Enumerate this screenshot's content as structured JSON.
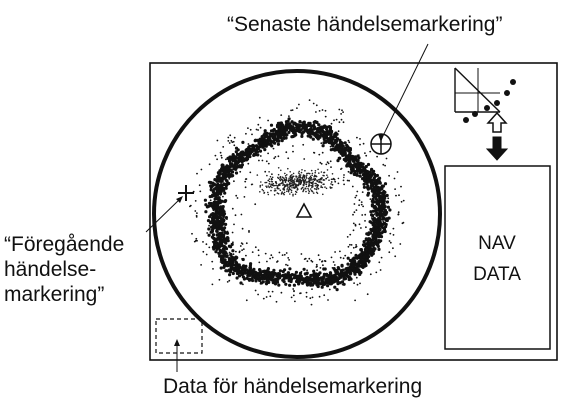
{
  "labels": {
    "latest_event_marker": "“Senaste händelsemarkering”",
    "previous_event_marker": [
      "“Föregående",
      "händelse-",
      "markering”"
    ],
    "event_marker_data": "Data för händelsemarkering",
    "nav_data": [
      "NAV",
      "DATA"
    ]
  },
  "colors": {
    "ink": "#111111",
    "background": "#ffffff"
  },
  "icons": {
    "own_ship": "triangle-outline",
    "latest_marker": "circled-cross",
    "previous_marker": "plus-cross",
    "outline_arrow": "hollow-up-arrow",
    "solid_arrow": "solid-down-arrow"
  }
}
